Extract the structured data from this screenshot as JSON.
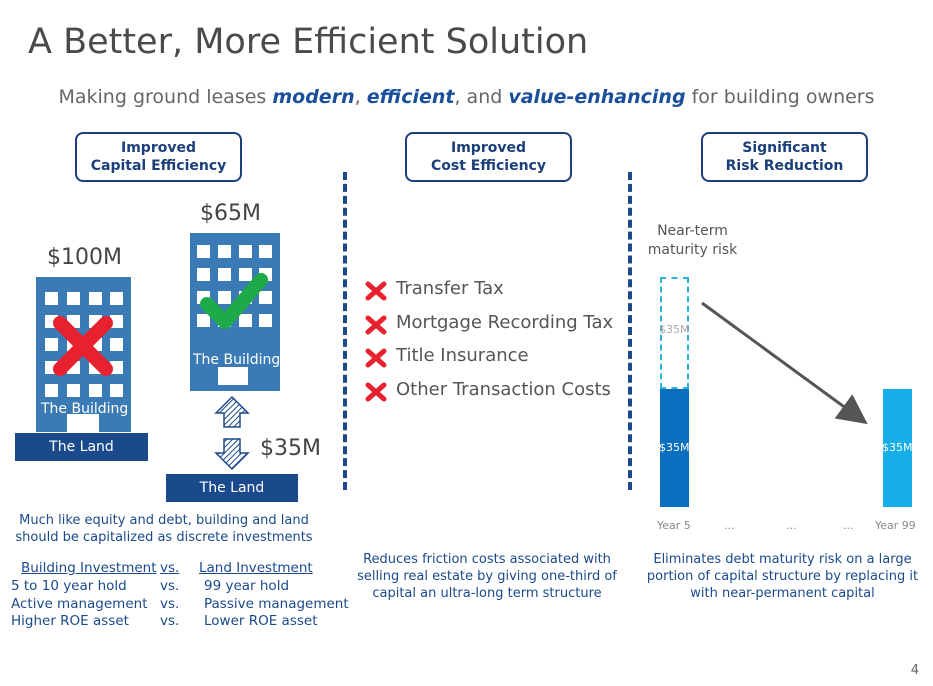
{
  "title": "A Better, More Efficient Solution",
  "subtitle": {
    "pre": "Making ground leases ",
    "e1": "modern",
    "c1": ", ",
    "e2": "efficient",
    "c2": ", and ",
    "e3": "value-enhancing",
    "post": " for building owners"
  },
  "pillars": [
    {
      "line1": "Improved",
      "line2": "Capital Efficiency"
    },
    {
      "line1": "Improved",
      "line2": "Cost Efficiency"
    },
    {
      "line1": "Significant",
      "line2": "Risk Reduction"
    }
  ],
  "capital": {
    "left_value": "$100M",
    "right_value": "$65M",
    "land_value": "$35M",
    "building_label": "The Building",
    "land_label": "The Land",
    "caption": "Much like equity and debt, building and land should be capitalized as discrete investments",
    "table": {
      "header_left": "Building Investment",
      "header_mid": "vs.",
      "header_right": "Land Investment",
      "rows": [
        {
          "left": "5 to 10 year hold",
          "mid": "vs.",
          "right": "99 year hold"
        },
        {
          "left": "Active management",
          "mid": "vs.",
          "right": "Passive management"
        },
        {
          "left": "Higher ROE asset",
          "mid": "vs.",
          "right": "Lower ROE asset"
        }
      ]
    }
  },
  "cost": {
    "items": [
      "Transfer Tax",
      "Mortgage Recording Tax",
      "Title Insurance",
      "Other Transaction Costs"
    ],
    "caption": "Reduces friction costs associated with selling real estate by giving one-third of capital an ultra-long term structure"
  },
  "risk": {
    "annotation": "Near-term maturity risk",
    "caption": "Eliminates debt maturity risk on a large portion of capital structure by replacing it with near-permanent capital",
    "colors": {
      "dark_bar": "#0b6fc0",
      "light_bar": "#16aee8",
      "dashed": "#2bb3d9"
    }
  },
  "chart_data": {
    "type": "bar",
    "categories": [
      "Year 5",
      "...",
      "...",
      "...",
      "Year 99"
    ],
    "series": [
      {
        "name": "",
        "values": [
          35,
          null,
          null,
          null,
          35
        ],
        "labels": [
          "$35M",
          "",
          "",
          "",
          "$35M"
        ]
      },
      {
        "name": "",
        "values": [
          35,
          null,
          null,
          null,
          null
        ],
        "labels": [
          "$35M",
          "",
          "",
          "",
          ""
        ],
        "style": "dashed"
      }
    ],
    "annotations": [
      "Near-term maturity risk"
    ],
    "title": "",
    "xlabel": "",
    "ylabel": ""
  },
  "page_number": "4"
}
